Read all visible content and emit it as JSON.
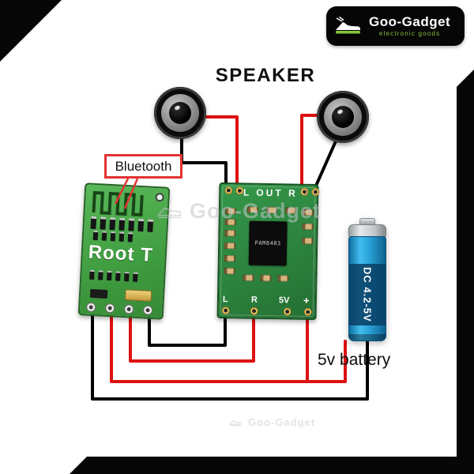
{
  "brand": {
    "name": "Goo-Gadget",
    "tagline": "electronic goods"
  },
  "header": {
    "speaker_label": "SPEAKER"
  },
  "bluetooth_module": {
    "callout": "Bluetooth",
    "board_text": "Root T"
  },
  "amplifier": {
    "top_label": "L OUT R",
    "chip_label": "PAM8403",
    "bottom_labels": [
      "L",
      "R",
      "5V",
      "+"
    ]
  },
  "battery": {
    "label": "DC 4.2-5V",
    "caption": "5v battery"
  },
  "watermark": {
    "text": "Goo-Gadget"
  },
  "colors": {
    "wire_red": "#dd1111",
    "wire_black": "#000000",
    "callout_red": "#e23333",
    "bt_pcb_green": "#3f9c3f",
    "amp_pcb_green": "#2a7f3b",
    "battery_blue": "#2aa3d8",
    "logo_bg": "#060606",
    "tagline_green": "#86c53e",
    "frame_black": "#070707"
  }
}
